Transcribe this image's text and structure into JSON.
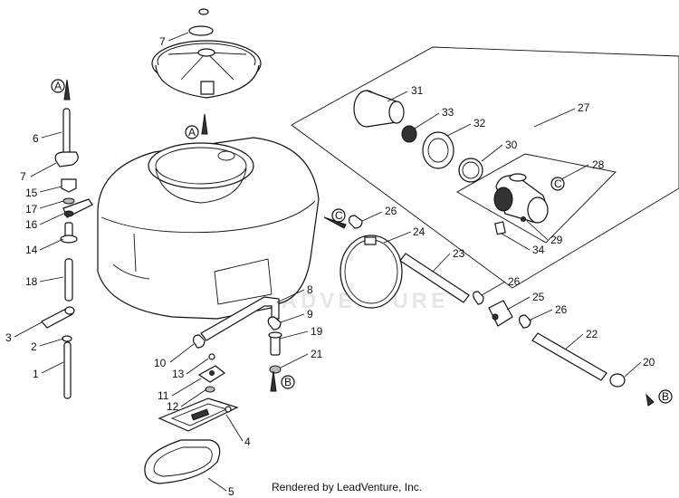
{
  "footer": {
    "text": "Rendered by LeadVenture, Inc."
  },
  "watermark": {
    "text": "LEADVENTURE"
  },
  "callouts": [
    {
      "id": "c7a",
      "label": "7"
    },
    {
      "id": "c6",
      "label": "6"
    },
    {
      "id": "c7b",
      "label": "7"
    },
    {
      "id": "c15",
      "label": "15"
    },
    {
      "id": "c17",
      "label": "17"
    },
    {
      "id": "c16",
      "label": "16"
    },
    {
      "id": "c14",
      "label": "14"
    },
    {
      "id": "c18",
      "label": "18"
    },
    {
      "id": "c3",
      "label": "3"
    },
    {
      "id": "c2",
      "label": "2"
    },
    {
      "id": "c1",
      "label": "1"
    },
    {
      "id": "c31",
      "label": "31"
    },
    {
      "id": "c33",
      "label": "33"
    },
    {
      "id": "c32",
      "label": "32"
    },
    {
      "id": "c27",
      "label": "27"
    },
    {
      "id": "c30",
      "label": "30"
    },
    {
      "id": "c28",
      "label": "28"
    },
    {
      "id": "c26a",
      "label": "26"
    },
    {
      "id": "c24",
      "label": "24"
    },
    {
      "id": "c29",
      "label": "29"
    },
    {
      "id": "c34",
      "label": "34"
    },
    {
      "id": "c23",
      "label": "23"
    },
    {
      "id": "c26b",
      "label": "26"
    },
    {
      "id": "c25",
      "label": "25"
    },
    {
      "id": "c26c",
      "label": "26"
    },
    {
      "id": "c22",
      "label": "22"
    },
    {
      "id": "c20",
      "label": "20"
    },
    {
      "id": "c8",
      "label": "8"
    },
    {
      "id": "c9",
      "label": "9"
    },
    {
      "id": "c19",
      "label": "19"
    },
    {
      "id": "c21",
      "label": "21"
    },
    {
      "id": "c10",
      "label": "10"
    },
    {
      "id": "c13",
      "label": "13"
    },
    {
      "id": "c11",
      "label": "11"
    },
    {
      "id": "c12",
      "label": "12"
    },
    {
      "id": "c4",
      "label": "4"
    },
    {
      "id": "c5",
      "label": "5"
    }
  ],
  "markers": [
    {
      "id": "m_a_top",
      "label": "A"
    },
    {
      "id": "m_a_mid",
      "label": "A"
    },
    {
      "id": "m_b_mid",
      "label": "B"
    },
    {
      "id": "m_b_right",
      "label": "B"
    },
    {
      "id": "m_c_left",
      "label": "C"
    },
    {
      "id": "m_c_right",
      "label": "C"
    }
  ]
}
